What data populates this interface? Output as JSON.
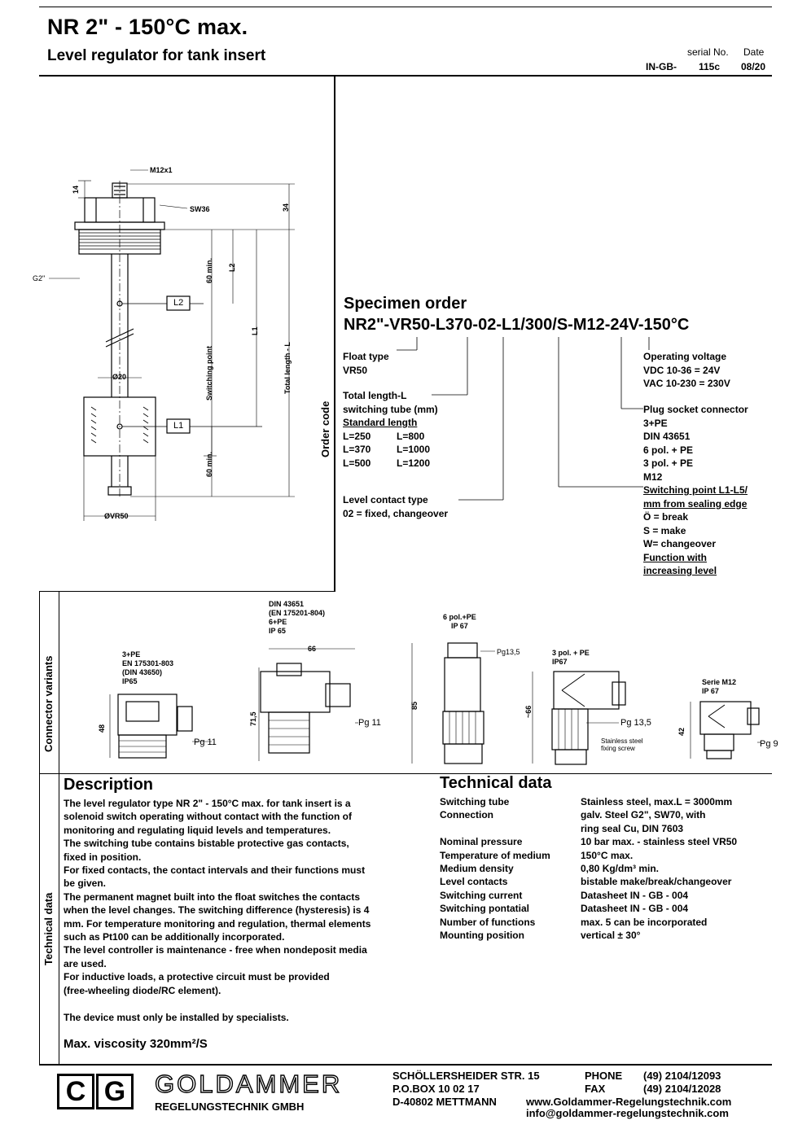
{
  "header": {
    "title": "NR 2\" - 150°C max.",
    "subtitle": "Level regulator for tank insert",
    "serial_label": "serial No.",
    "date_label": "Date",
    "doc_prefix": "IN-GB-",
    "serial_no": "115c",
    "date": "08/20"
  },
  "drawing": {
    "m12x1": "M12x1",
    "sw36": "SW36",
    "dim_14": "14",
    "dim_34": "34",
    "g2": "G2\"",
    "l2_box": "L2",
    "l1_box": "L1",
    "dim_60min_top": "60 min.",
    "dim_L2": "L2",
    "dim_L1": "L1",
    "switching_point": "Switching point",
    "total_length": "Total length - L",
    "d20": "Ø20",
    "dim_60min_bottom": "60 min.",
    "dvr50": "ØVR50"
  },
  "order_code": {
    "side_label": "Order code",
    "heading": "Specimen order",
    "code": "NR2\"-VR50-L370-02-L1/300/S-M12-24V-150°C",
    "float_type": [
      "Float type",
      "VR50"
    ],
    "total_length": [
      "Total length-L",
      "switching tube (mm)"
    ],
    "standard_length": "Standard length",
    "lengths": [
      [
        "L=250",
        "L=800"
      ],
      [
        "L=370",
        "L=1000"
      ],
      [
        "L=500",
        "L=1200"
      ]
    ],
    "contact_type": [
      "Level contact type",
      "02 = fixed, changeover"
    ],
    "voltage": [
      "Operating voltage",
      "VDC 10-36 = 24V",
      "VAC 10-230 = 230V"
    ],
    "plug": [
      "Plug socket connector",
      "3+PE",
      "DIN 43651",
      "6 pol. + PE",
      "3 pol. + PE",
      "M12"
    ],
    "switching_point": [
      "Switching point L1-L5/",
      "mm from sealing edge"
    ],
    "switch_types": [
      "Ö = break",
      "S = make",
      "W= changeover"
    ],
    "function": [
      "Function with",
      "increasing level"
    ]
  },
  "connectors": {
    "side_label": "Connector variants",
    "c1": [
      "3+PE",
      "EN 175301-803",
      "(DIN 43650)",
      "IP65"
    ],
    "c1_dim": "48",
    "c1_pg": "Pg 11",
    "c2": [
      "DIN 43651",
      "(EN 175201-804)",
      "6+PE",
      "IP 65"
    ],
    "c2_dim_w": "66",
    "c2_dim_h": "71,5",
    "c2_pg": "Pg 11",
    "c3": [
      "6 pol.+PE",
      "IP 67"
    ],
    "c3_pg": "Pg13,5",
    "c3_dim": "85",
    "c4": [
      "3 pol. + PE",
      "IP67"
    ],
    "c4_dim": "~66",
    "c4_pg": "Pg 13,5",
    "c4_note": [
      "Stainless steel",
      "fixing screw"
    ],
    "c5": [
      "Serie M12",
      "IP 67"
    ],
    "c5_dim": "42",
    "c5_pg": "Pg 9"
  },
  "description": {
    "side_label": "Technical data",
    "heading": "Description",
    "lines": [
      "The level regulator type NR 2\" - 150°C max. for tank insert is a",
      "solenoid switch operating without contact with the function of",
      "monitoring and regulating liquid levels and temperatures.",
      "The switching tube contains bistable protective gas contacts,",
      "fixed in position.",
      "For fixed contacts, the contact intervals and their functions must",
      "be given.",
      "The permanent magnet built into the float switches the contacts",
      "when the level changes. The switching difference (hysteresis) is 4",
      "mm. For temperature monitoring and regulation, thermal elements",
      "such as Pt100 can be additionally incorporated.",
      "The level controller is maintenance - free when nondeposit media",
      "are used.",
      "For inductive loads, a protective circuit must be provided",
      "(free-wheeling diode/RC element).",
      "",
      "The device must only be installed by specialists."
    ],
    "viscosity": "Max. viscosity 320mm²/S"
  },
  "technical": {
    "heading": "Technical data",
    "rows": [
      [
        "Switching tube",
        "Stainless steel, max.L = 3000mm"
      ],
      [
        "Connection",
        "galv. Steel G2\", SW70, with"
      ],
      [
        "",
        "ring seal Cu, DIN 7603"
      ],
      [
        "Nominal pressure",
        "10 bar max. - stainless steel VR50"
      ],
      [
        "Temperature of medium",
        "150°C max."
      ],
      [
        "Medium density",
        "0,80 Kg/dm³ min."
      ],
      [
        "Level contacts",
        "bistable make/break/changeover"
      ],
      [
        "Switching current",
        "Datasheet IN - GB - 004"
      ],
      [
        "Switching pontatial",
        "Datasheet IN - GB - 004"
      ],
      [
        "Number of functions",
        "max. 5 can be incorporated"
      ],
      [
        "Mounting position",
        "vertical ± 30°"
      ]
    ]
  },
  "footer": {
    "logo_c": "C",
    "logo_g": "G",
    "company": "GOLDAMMER",
    "company_sub": "REGELUNGSTECHNIK GMBH",
    "address": [
      "SCHÖLLERSHEIDER STR. 15",
      "P.O.BOX  10 02 17",
      "D-40802 METTMANN"
    ],
    "phone_label": "PHONE",
    "phone": "(49) 2104/12093",
    "fax_label": "FAX",
    "fax": "(49) 2104/12028",
    "web": "www.Goldammer-Regelungstechnik.com",
    "email": "info@goldammer-regelungstechnik.com"
  }
}
